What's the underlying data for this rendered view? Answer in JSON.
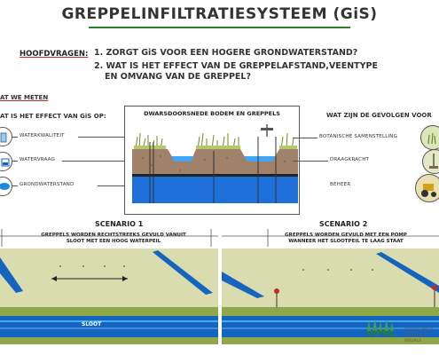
{
  "title": "GREPPELINFILTRATIESYSTEEM (GiS)",
  "hoofdvragen": {
    "label": "HOOFDVRAGEN:",
    "q1": "1. ZORGT GiS VOOR EEN HOGERE GRONDWATERSTAND?",
    "q2_line1": "2. WAT IS HET EFFECT VAN DE GREPPELAFSTAND,VEENTYPE",
    "q2_line2": "EN OMVANG VAN DE GREPPEL?"
  },
  "meten": {
    "heading": "AT WE METEN",
    "effect_heading": "AT IS HET EFFECT VAN GiS OP:",
    "items": [
      "WATERKWALITEIT",
      "WATERVRAAG",
      "GRONDWATERSTAND"
    ]
  },
  "cross_section": {
    "title": "DWARSDOORSNEDE BODEM EN GREPPELS"
  },
  "gevolgen": {
    "heading": "WAT ZIJN DE GEVOLGEN VOOR",
    "items": [
      "BOTANISCHE SAMENSTELLING",
      "DRAAGKRACHT",
      "BEHEER"
    ]
  },
  "scenario1": {
    "title": "SCENARIO 1",
    "line1": "GREPPELS WORDEN RECHTSTREEKS GEVULD VANUIT",
    "line2": "SLOOT MET EEN HOOG WATERPEIL",
    "sloot_label": "SLOOT"
  },
  "scenario2": {
    "title": "SCENARIO 2",
    "line1": "GREPPELS WORDEN GEVULD MET EEN POMP",
    "line2": "WANNEER HET SLOOTPEIL TE LAAG STAAT"
  },
  "logo": {
    "text": "ViPNL",
    "credit_line1": "JESSICA WILLE",
    "credit_line2": "DESIGN & VISUALS"
  },
  "colors": {
    "title_underline": "#2e7d2e",
    "accent_red": "#c62828",
    "water_blue": "#1565c0",
    "grass_green": "#8fa64a",
    "field_green": "#d6d8a8",
    "soil_brown": "#9b7b5a"
  }
}
